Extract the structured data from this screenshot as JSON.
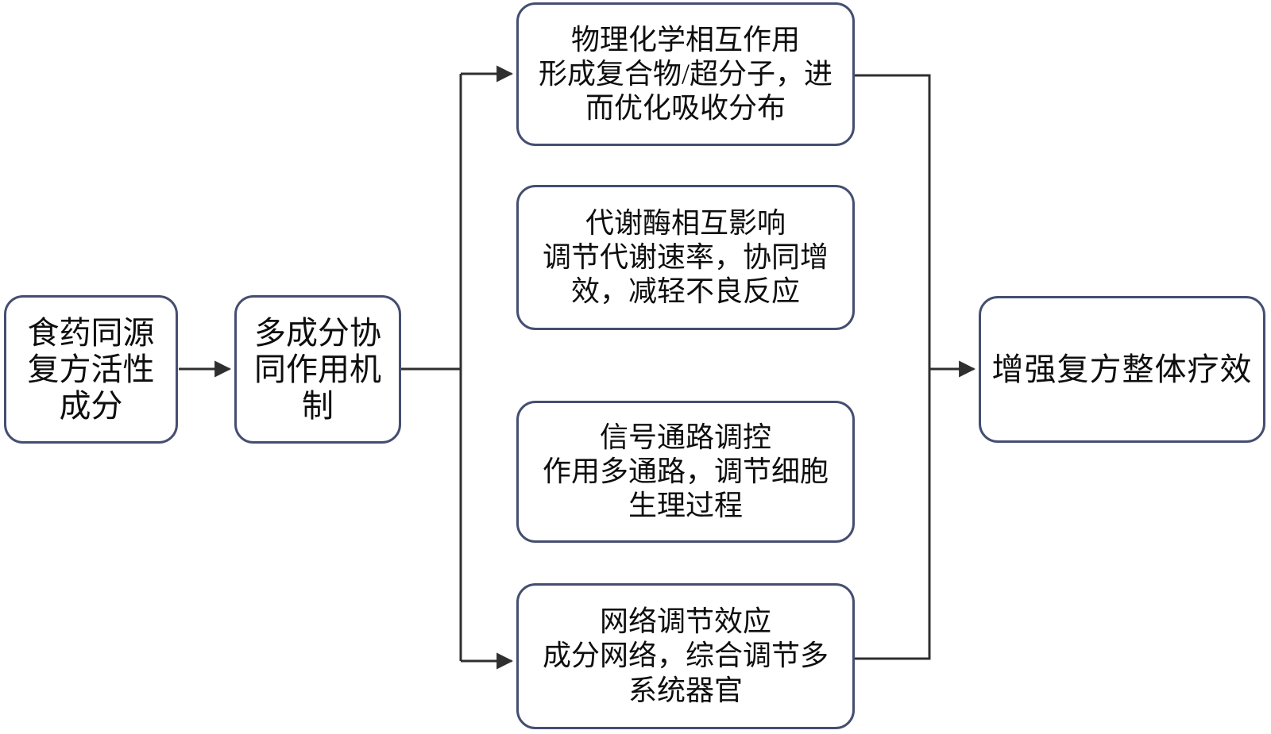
{
  "diagram": {
    "source": {
      "lines": [
        "食药同源",
        "复方活性",
        "成分"
      ]
    },
    "mechanism": {
      "lines": [
        "多成分协",
        "同作用机",
        "制"
      ]
    },
    "branches": [
      {
        "title": "物理化学相互作用",
        "desc_lines": [
          "形成复合物/超分子，进",
          "而优化吸收分布"
        ]
      },
      {
        "title": "代谢酶相互影响",
        "desc_lines": [
          "调节代谢速率，协同增",
          "效，减轻不良反应"
        ]
      },
      {
        "title": "信号通路调控",
        "desc_lines": [
          "作用多通路，调节细胞",
          "生理过程"
        ]
      },
      {
        "title": "网络调节效应",
        "desc_lines": [
          "成分网络，综合调节多",
          "系统器官"
        ]
      }
    ],
    "outcome": {
      "label": "增强复方整体疗效"
    },
    "colors": {
      "box_border": "#454e71",
      "connector": "#2f2f2f",
      "background": "#ffffff",
      "text": "#0e0e0e"
    }
  }
}
